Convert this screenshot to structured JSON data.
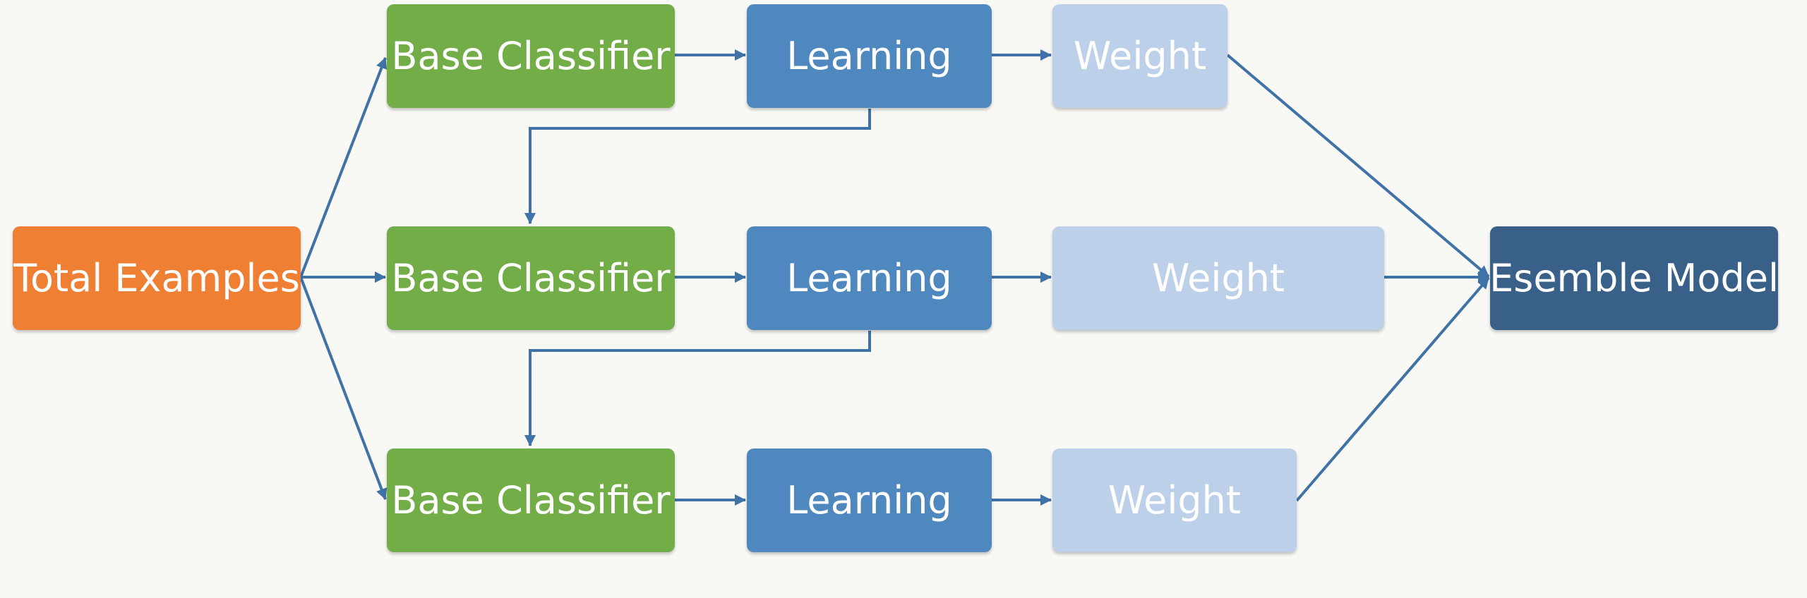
{
  "diagram": {
    "source": {
      "label": "Total Examples",
      "color": "#ef7f33"
    },
    "rows": [
      {
        "classifier": "Base Classifier",
        "learning": "Learning",
        "weight": "Weight"
      },
      {
        "classifier": "Base Classifier",
        "learning": "Learning",
        "weight": "Weight"
      },
      {
        "classifier": "Base Classifier",
        "learning": "Learning",
        "weight": "Weight"
      }
    ],
    "output": {
      "label": "Esemble Model",
      "color": "#386089"
    },
    "colors": {
      "classifier": "#72ad47",
      "learning": "#4f88bf",
      "weight": "#bdd0e9",
      "arrow": "#3f72a6",
      "background": "#f8f8f5"
    }
  }
}
